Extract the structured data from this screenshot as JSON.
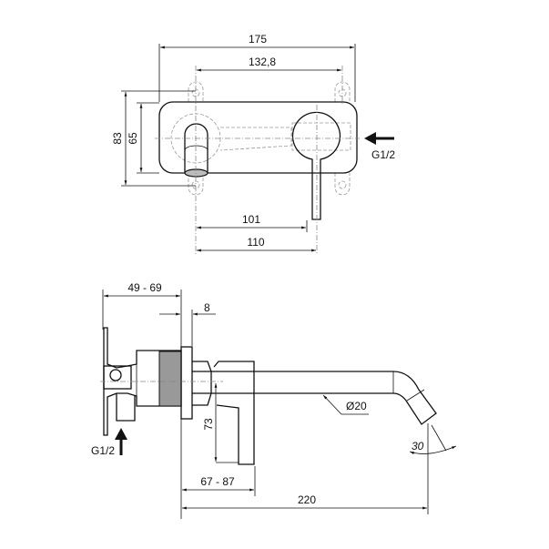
{
  "title": "Wall-mounted basin mixer technical drawing",
  "front_view": {
    "dim_overall_width": "175",
    "dim_hole_spacing": "132,8",
    "dim_overall_height": "83",
    "dim_plate_height": "65",
    "dim_spout_to_lever": "101",
    "dim_spout_to_lever_axis": "110",
    "inlet_label": "G1/2"
  },
  "side_view": {
    "dim_wall_depth": "49 - 69",
    "dim_plate_thickness": "8",
    "dim_lever_height": "73",
    "dim_lever_projection": "67 - 87",
    "dim_spout_projection": "220",
    "dim_spout_diameter": "Ø20",
    "dim_spout_angle": "30",
    "inlet_label": "G1/2"
  }
}
